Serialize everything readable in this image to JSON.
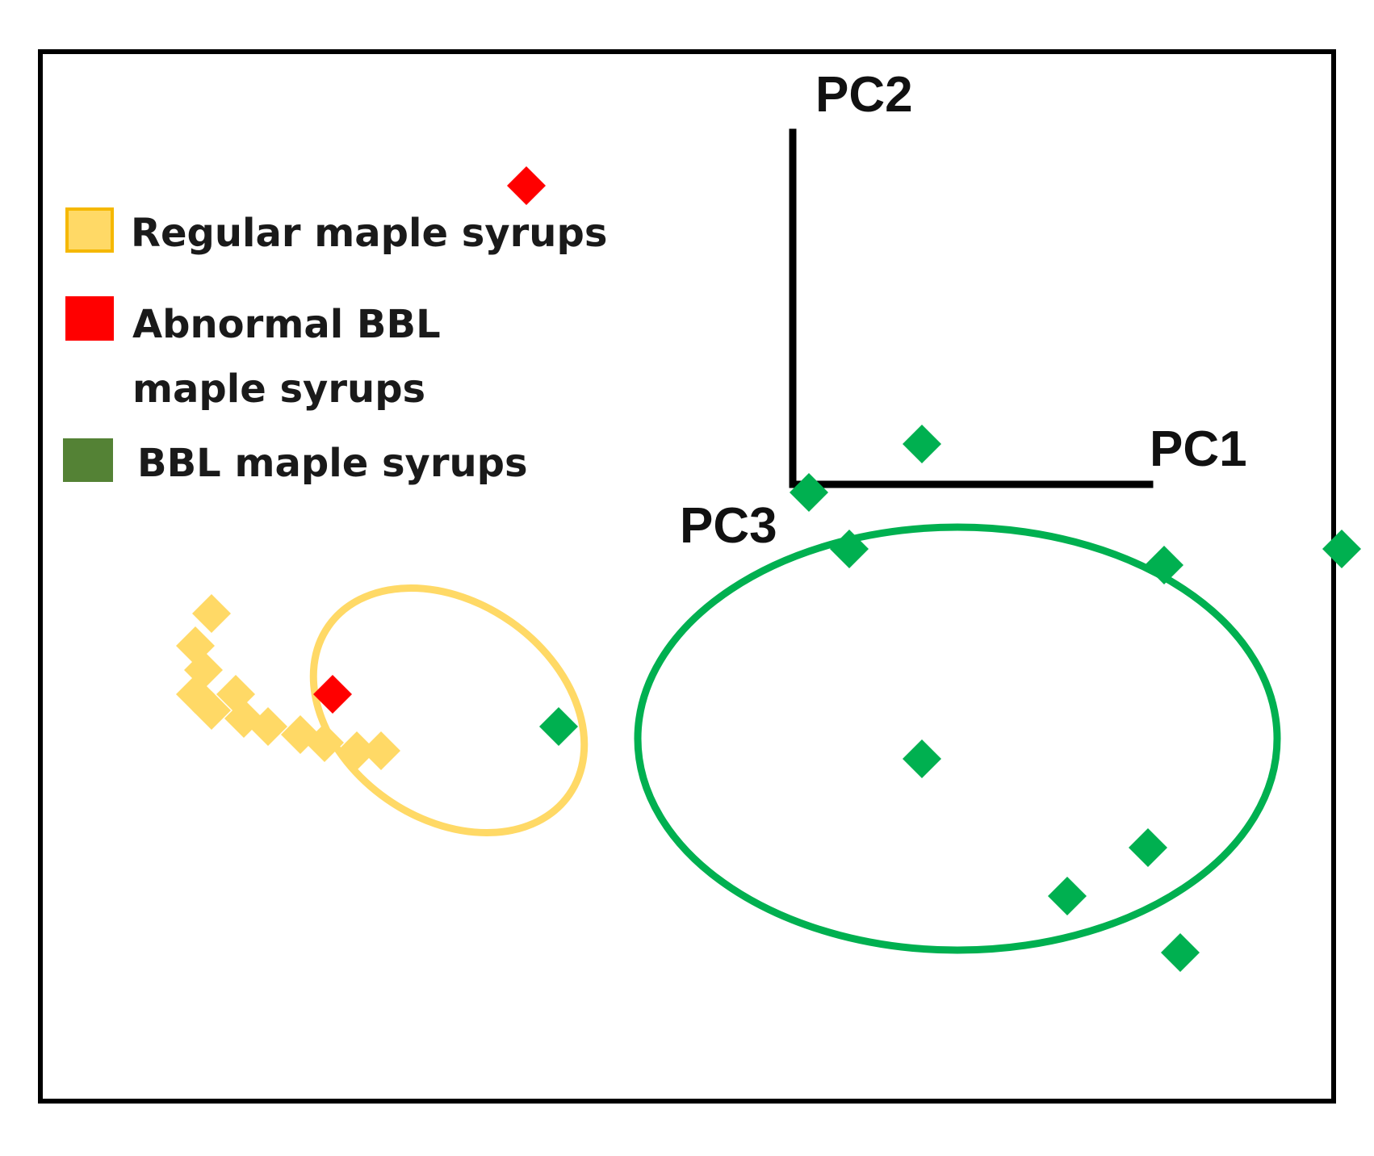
{
  "chart_data": {
    "type": "scatter",
    "title": "",
    "axes": [
      "PC1",
      "PC2",
      "PC3"
    ],
    "legend": {
      "placement": "top-left",
      "entries": [
        {
          "lines": [
            "Regular maple syrups"
          ],
          "color": "#ffd966",
          "border": "#f5b800"
        },
        {
          "lines": [
            "Abnormal BBL",
            "maple syrups"
          ],
          "color": "#ff0000",
          "border": "#ff0000"
        },
        {
          "lines": [
            "BBL maple syrups"
          ],
          "color": "#548235",
          "border": "#548235"
        }
      ]
    },
    "grid": false,
    "clusters": [
      {
        "name": "Regular maple syrups",
        "ellipse_color": "#ffd966"
      },
      {
        "name": "BBL maple syrups",
        "ellipse_color": "#00b050"
      }
    ],
    "series": [
      {
        "group": "regular",
        "color": "#ffd966",
        "points": [
          [
            -7.2,
            -1.6
          ],
          [
            -7.4,
            -2.0
          ],
          [
            -7.3,
            -2.3
          ],
          [
            -7.4,
            -2.6
          ],
          [
            -7.2,
            -2.8
          ],
          [
            -6.9,
            -2.6
          ],
          [
            -6.8,
            -2.9
          ],
          [
            -6.5,
            -3.0
          ],
          [
            -6.1,
            -3.1
          ],
          [
            -5.8,
            -3.2
          ],
          [
            -5.4,
            -3.3
          ],
          [
            -5.1,
            -3.3
          ]
        ]
      },
      {
        "group": "abnormal",
        "color": "#ff0000",
        "points": [
          [
            -3.3,
            3.7
          ],
          [
            -5.7,
            -2.6
          ]
        ]
      },
      {
        "group": "bbl",
        "color": "#00b050",
        "points": [
          [
            1.6,
            0.5
          ],
          [
            0.2,
            -0.1
          ],
          [
            0.7,
            -0.8
          ],
          [
            4.6,
            -1.0
          ],
          [
            6.8,
            -0.8
          ],
          [
            -2.9,
            -3.0
          ],
          [
            1.6,
            -3.4
          ],
          [
            4.4,
            -4.5
          ],
          [
            3.4,
            -5.1
          ],
          [
            4.8,
            -5.8
          ]
        ]
      }
    ]
  }
}
